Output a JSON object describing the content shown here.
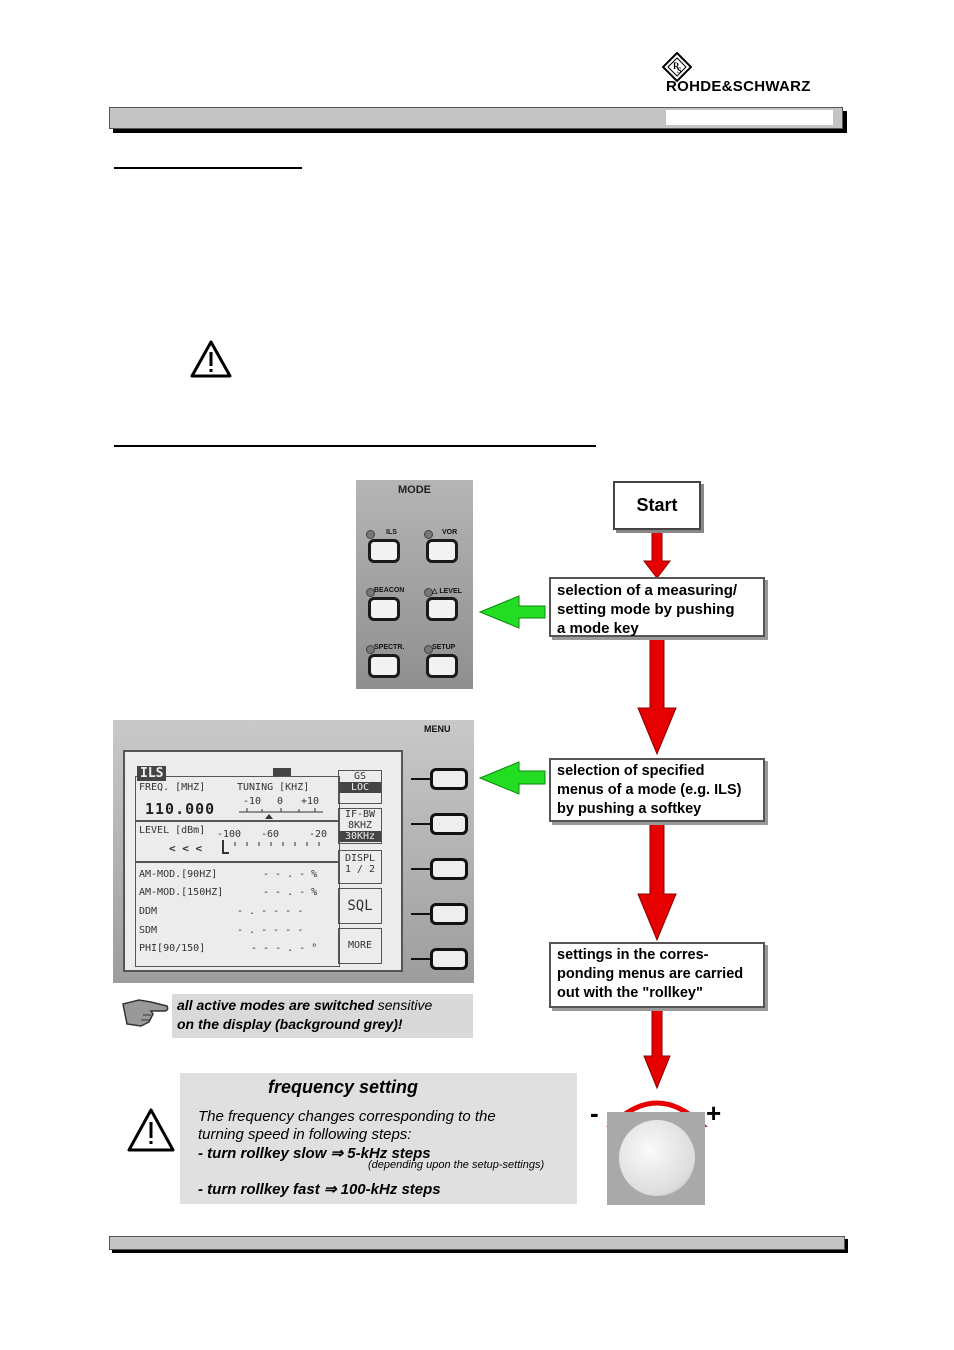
{
  "header": {
    "brand": "ROHDE&SCHWARZ"
  },
  "mode_panel": {
    "title": "MODE",
    "keys": [
      "ILS",
      "VOR",
      "BEACON",
      "△ LEVEL",
      "SPECTR.",
      "SETUP"
    ]
  },
  "flow": {
    "start": "Start",
    "step1": [
      "selection of a measuring/",
      "setting mode by pushing",
      "a mode key"
    ],
    "step2": [
      "selection of specified",
      "menus of a mode (e.g. ILS)",
      "by pushing a softkey"
    ],
    "step3": [
      "settings in the corres-",
      "ponding menus are carried",
      "out with the \"rollkey\""
    ]
  },
  "display": {
    "menu_label": "MENU",
    "mode_tag": "ILS",
    "freq_label": "FREQ. [MHZ]",
    "freq_value": "110.000",
    "tuning_label": "TUNING [KHZ]",
    "tuning_ticks": [
      "-10",
      "0",
      "+10"
    ],
    "level_label": "LEVEL [dBm]",
    "level_ticks": [
      "-100",
      "-60",
      "-20"
    ],
    "level_value": "< < <",
    "rows": [
      {
        "label": "AM-MOD.[90HZ]",
        "value": "- - . - %"
      },
      {
        "label": "AM-MOD.[150HZ]",
        "value": "- - . - %"
      },
      {
        "label": "DDM",
        "value": "- . - - - -"
      },
      {
        "label": "SDM",
        "value": "- . - - - -"
      },
      {
        "label": "PHI[90/150]",
        "value": "- - - . - °"
      }
    ],
    "softkeys": {
      "gs": "GS",
      "loc": "LOC",
      "ifbw": "IF-BW",
      "bw1": "8KHZ",
      "bw2": "30KHz",
      "displ": "DISPL",
      "displ_page": "1 / 2",
      "sql": "SQL",
      "more": "MORE"
    }
  },
  "note": {
    "bold": "all active modes are switched",
    "normal": " sensitive",
    "line2": "on the display (background grey)!"
  },
  "frequency_setting": {
    "title": "frequency setting",
    "line1": "The frequency changes corresponding to the",
    "line2": "turning speed in following steps:",
    "slow": "-  turn rollkey slow ⇒ 5-kHz steps",
    "slow_note": "(depending upon the setup-settings)",
    "fast": "-  turn rollkey fast  ⇒ 100-kHz steps"
  },
  "knob": {
    "minus": "-",
    "plus": "+"
  },
  "colors": {
    "flow_arrow": "#e60000",
    "pointer_arrow": "#22dd22",
    "box_gray": "#e0e0e0"
  }
}
